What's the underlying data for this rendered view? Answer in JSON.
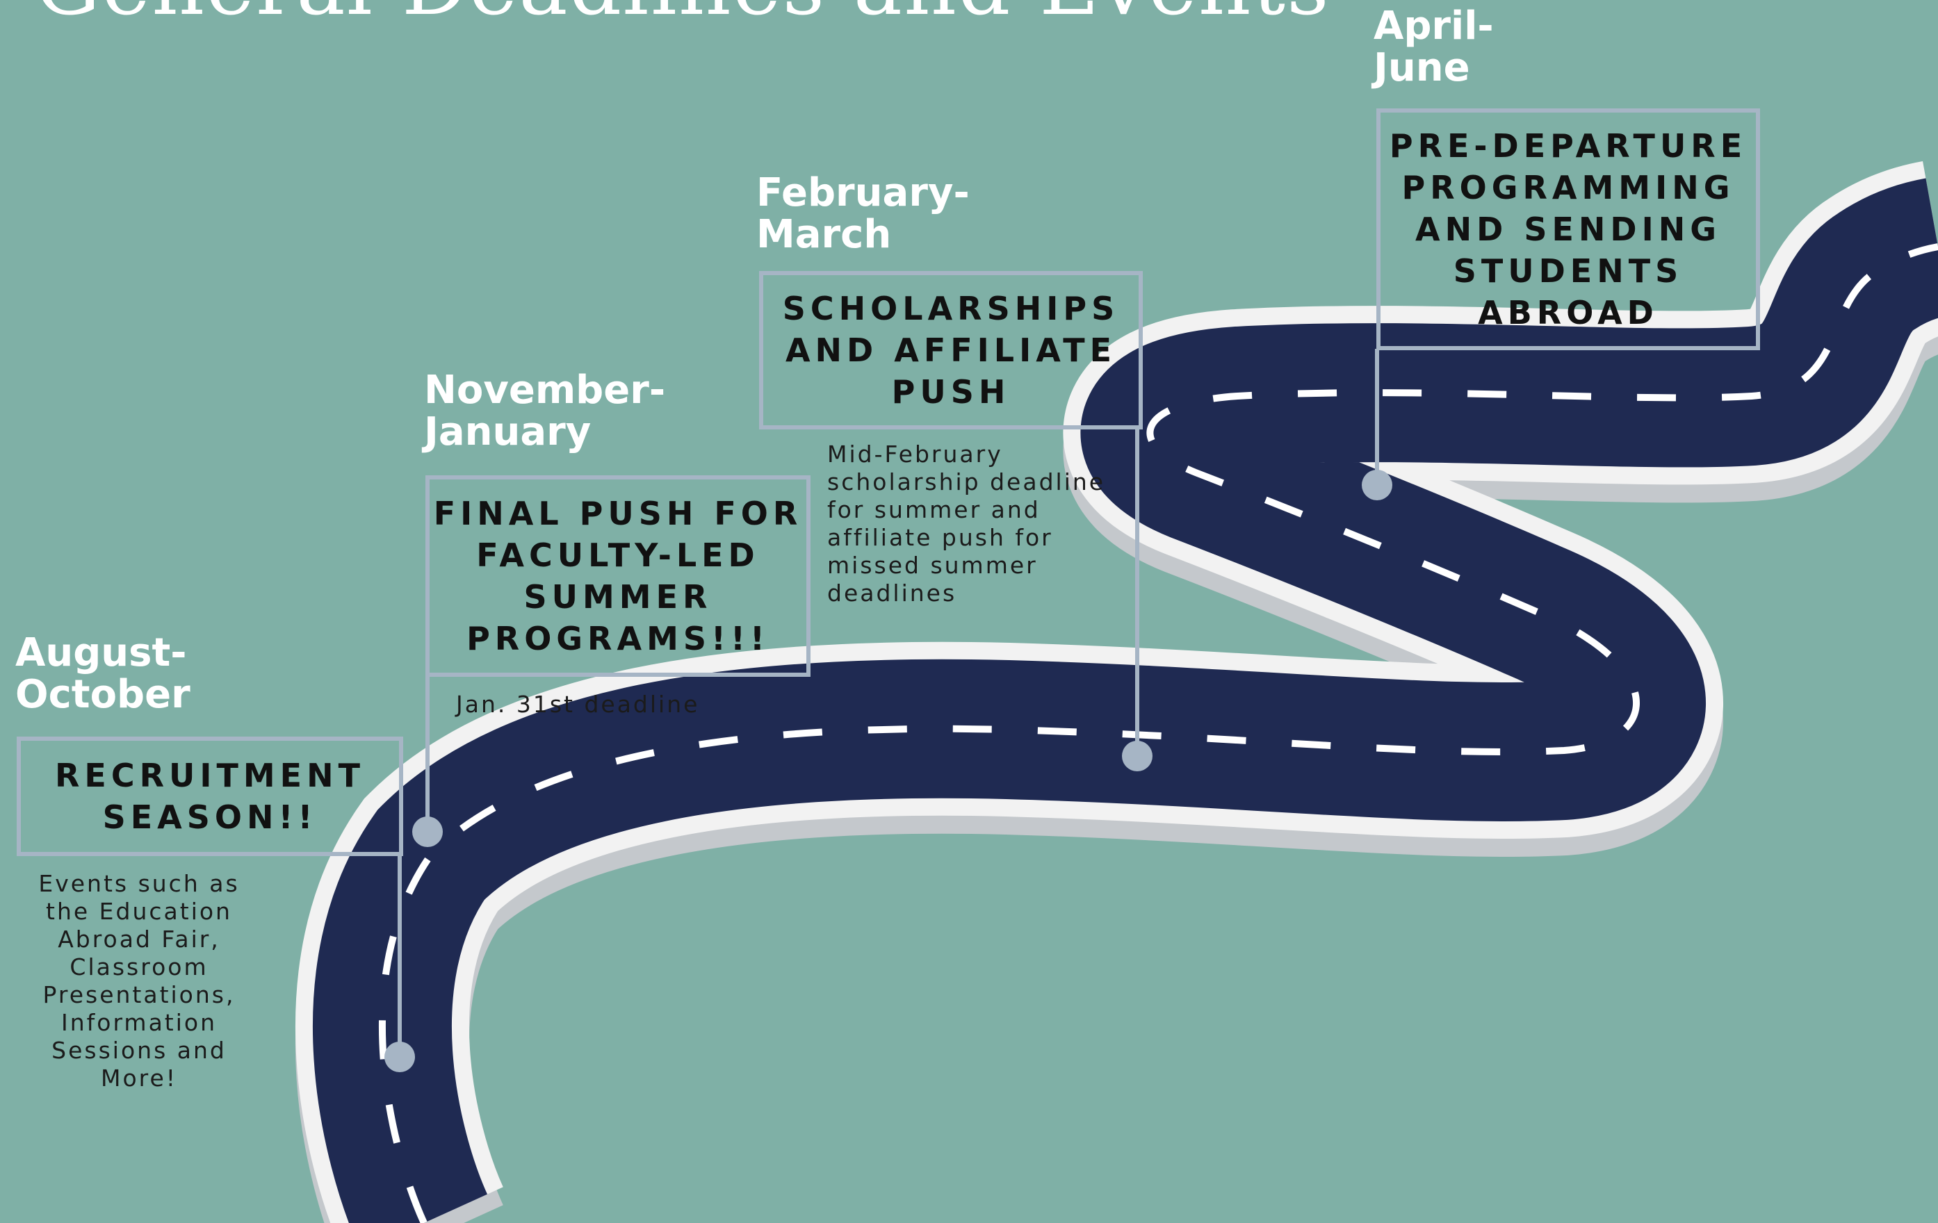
{
  "header": {
    "title": "General Deadlines and Events"
  },
  "colors": {
    "background": "#7fb0a6",
    "road": "#1f2a52",
    "road_edge": "#f2f2f2",
    "road_shadow": "#c4c8cc",
    "lane_dash": "#ffffff",
    "box_border": "#a6b5c5",
    "period_text": "#ffffff",
    "box_text": "#111111"
  },
  "milestones": [
    {
      "period": "August-\nOctober",
      "heading": "RECRUITMENT SEASON!!",
      "note": "Events such as the Education Abroad Fair, Classroom Presentations, Information Sessions and More!"
    },
    {
      "period": "November-\nJanuary",
      "heading": "FINAL PUSH FOR FACULTY-LED SUMMER PROGRAMS!!!",
      "note": "Jan. 31st deadline"
    },
    {
      "period": "February-\nMarch",
      "heading": "SCHOLARSHIPS AND AFFILIATE PUSH",
      "note": "Mid-February scholarship deadline for summer and affiliate push for missed summer deadlines"
    },
    {
      "period": "April-\nJune",
      "heading": "PRE-DEPARTURE PROGRAMMING AND SENDING STUDENTS ABROAD",
      "note": ""
    }
  ]
}
